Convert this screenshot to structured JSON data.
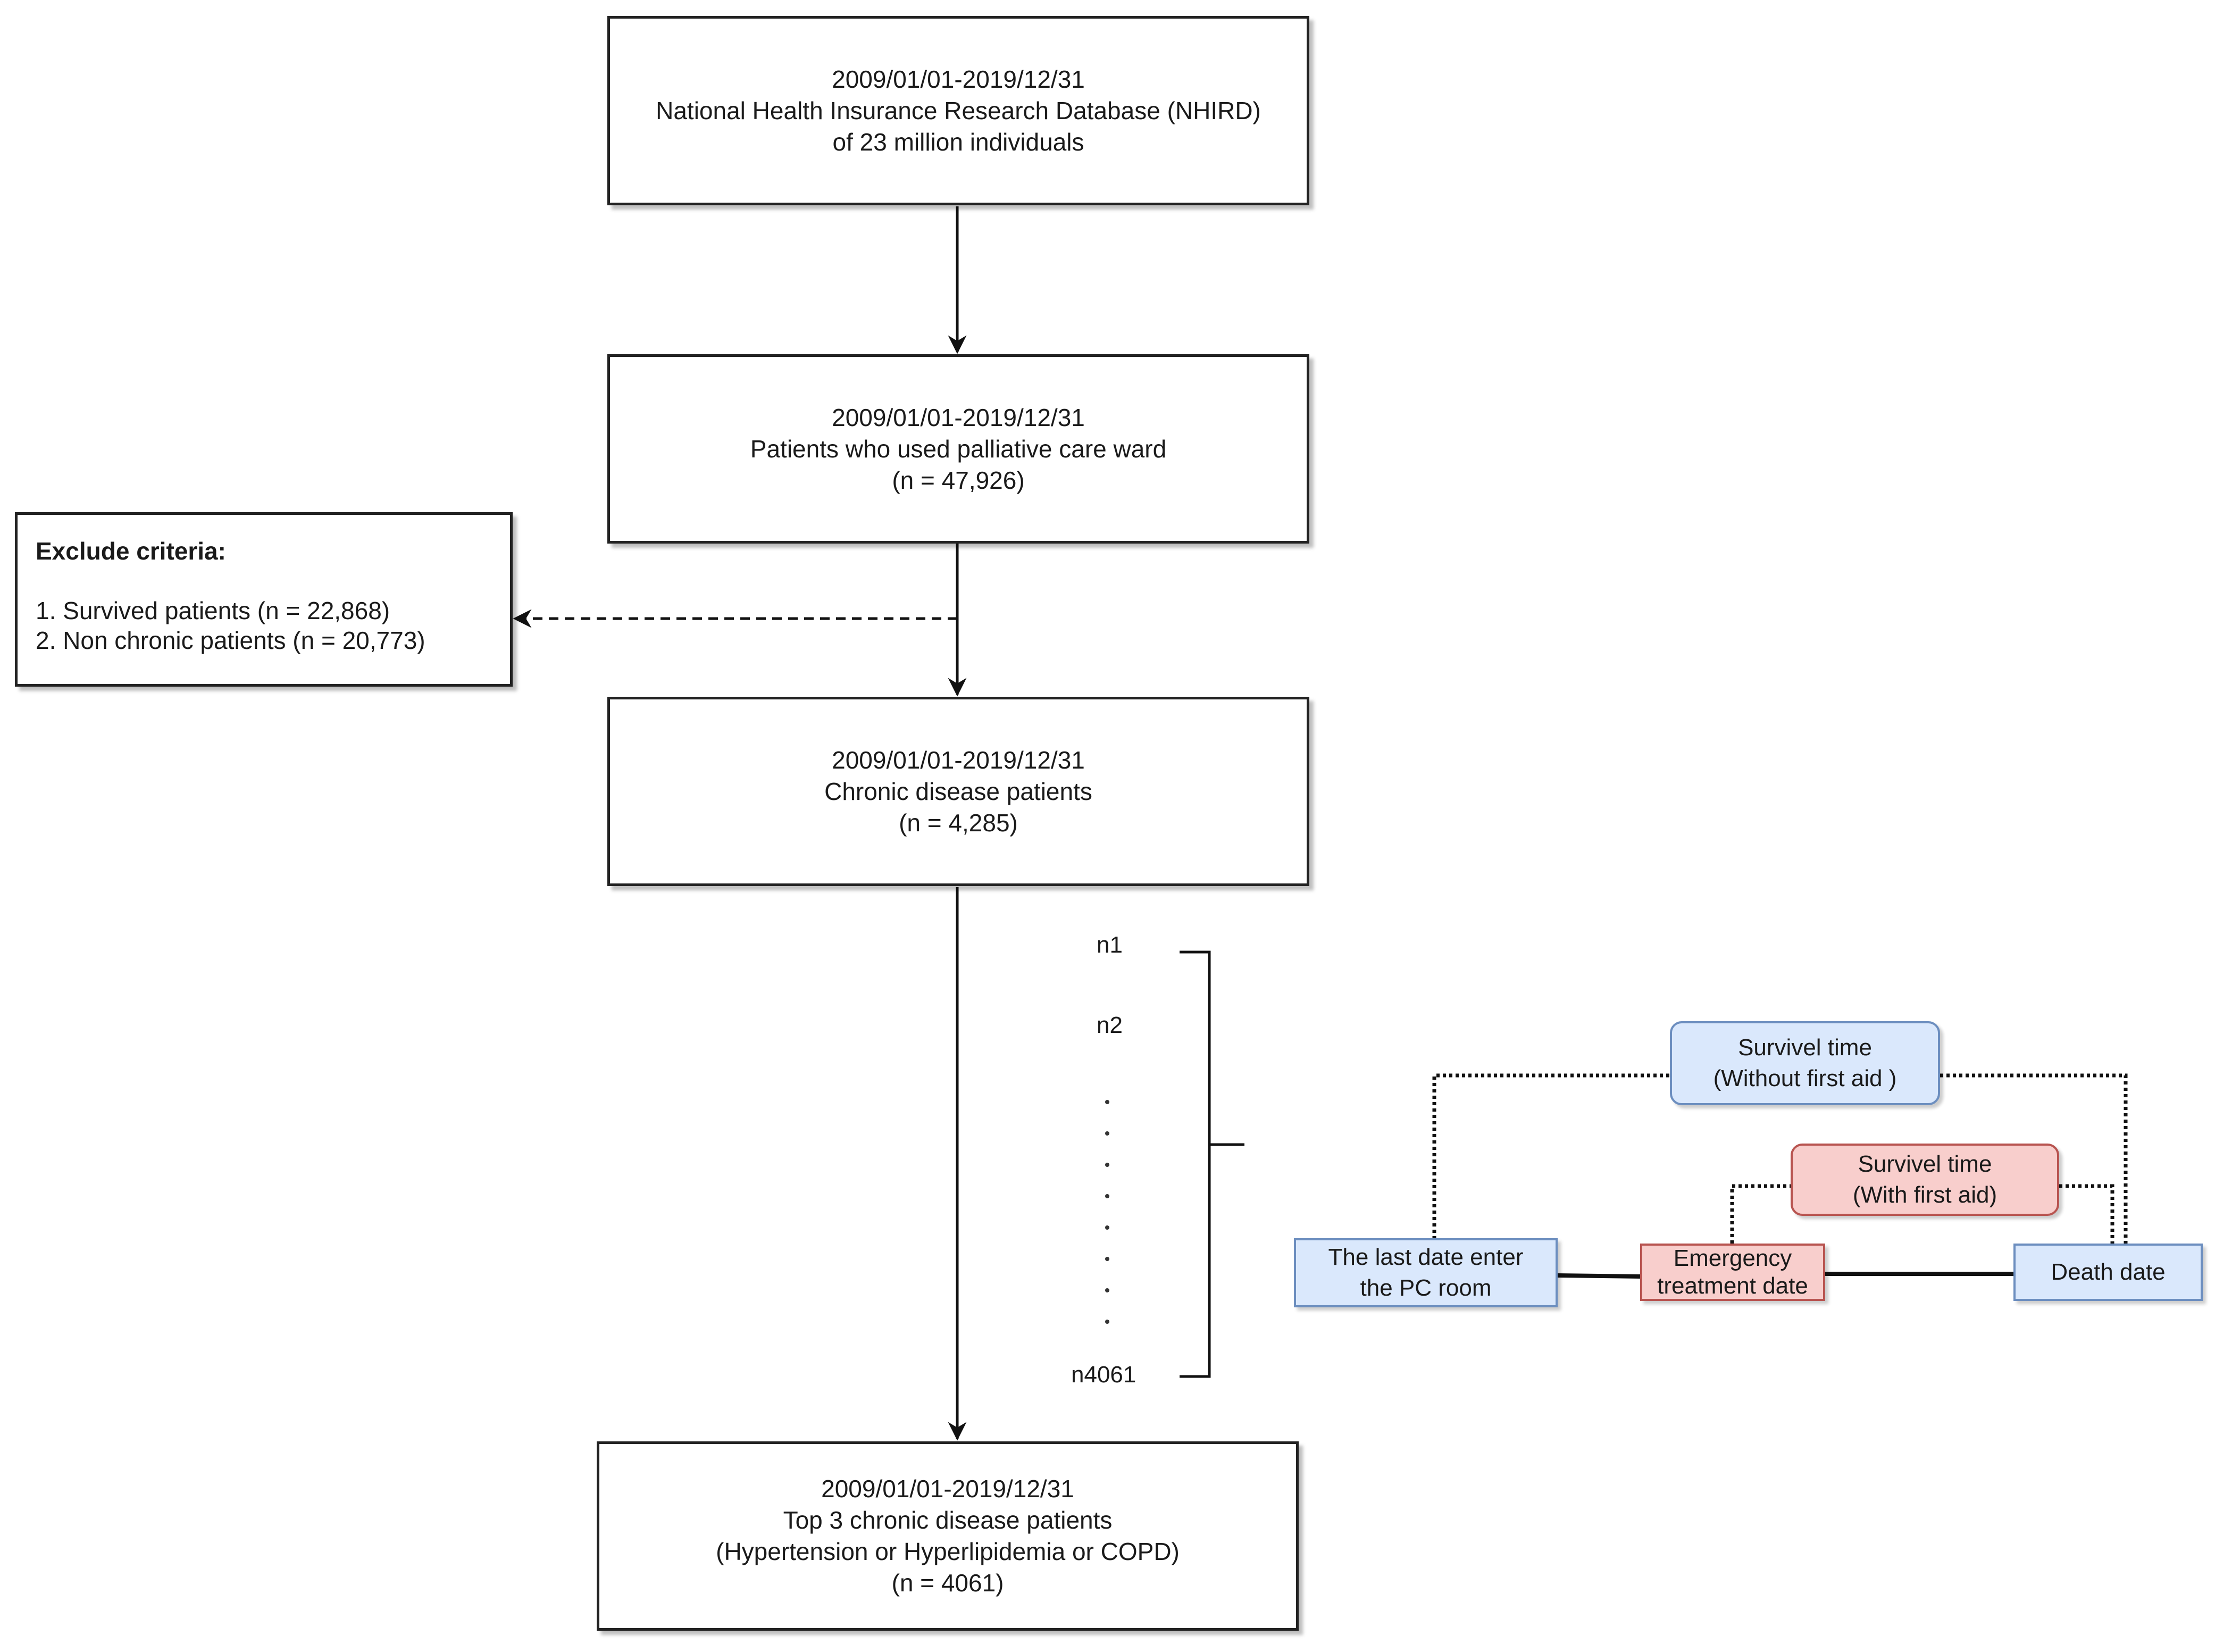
{
  "boxes": {
    "source": {
      "lines": [
        "2009/01/01-2019/12/31",
        "National Health Insurance Research Database (NHIRD)",
        "of 23 million individuals"
      ]
    },
    "palliative": {
      "lines": [
        "2009/01/01-2019/12/31",
        "Patients who used palliative care ward",
        "(n = 47,926)"
      ]
    },
    "chronic": {
      "lines": [
        "2009/01/01-2019/12/31",
        "Chronic disease patients",
        "(n = 4,285)"
      ]
    },
    "top3": {
      "lines": [
        "2009/01/01-2019/12/31",
        "Top 3 chronic disease patients",
        "(Hypertension or Hyperlipidemia or COPD)",
        "(n = 4061)"
      ]
    }
  },
  "exclude": {
    "title": "Exclude criteria:",
    "items": [
      "1. Survived patients (n = 22,868)",
      "2. Non chronic patients (n = 20,773)"
    ]
  },
  "patients_list": {
    "first": "n1",
    "second": "n2",
    "last": "n4061"
  },
  "timeline": {
    "survive_without": [
      "Survivel time",
      "(Without first aid )"
    ],
    "survive_with": [
      "Survivel time",
      "(With first aid)"
    ],
    "last_date_pc": [
      "The last date enter",
      "the PC room"
    ],
    "emergency": [
      "Emergency",
      "treatment date"
    ],
    "death": [
      "Death date"
    ]
  },
  "colors": {
    "blue_fill": "#dae8fc",
    "blue_stroke": "#6c8ebf",
    "red_fill": "#f8cecc",
    "red_stroke": "#b85450"
  }
}
